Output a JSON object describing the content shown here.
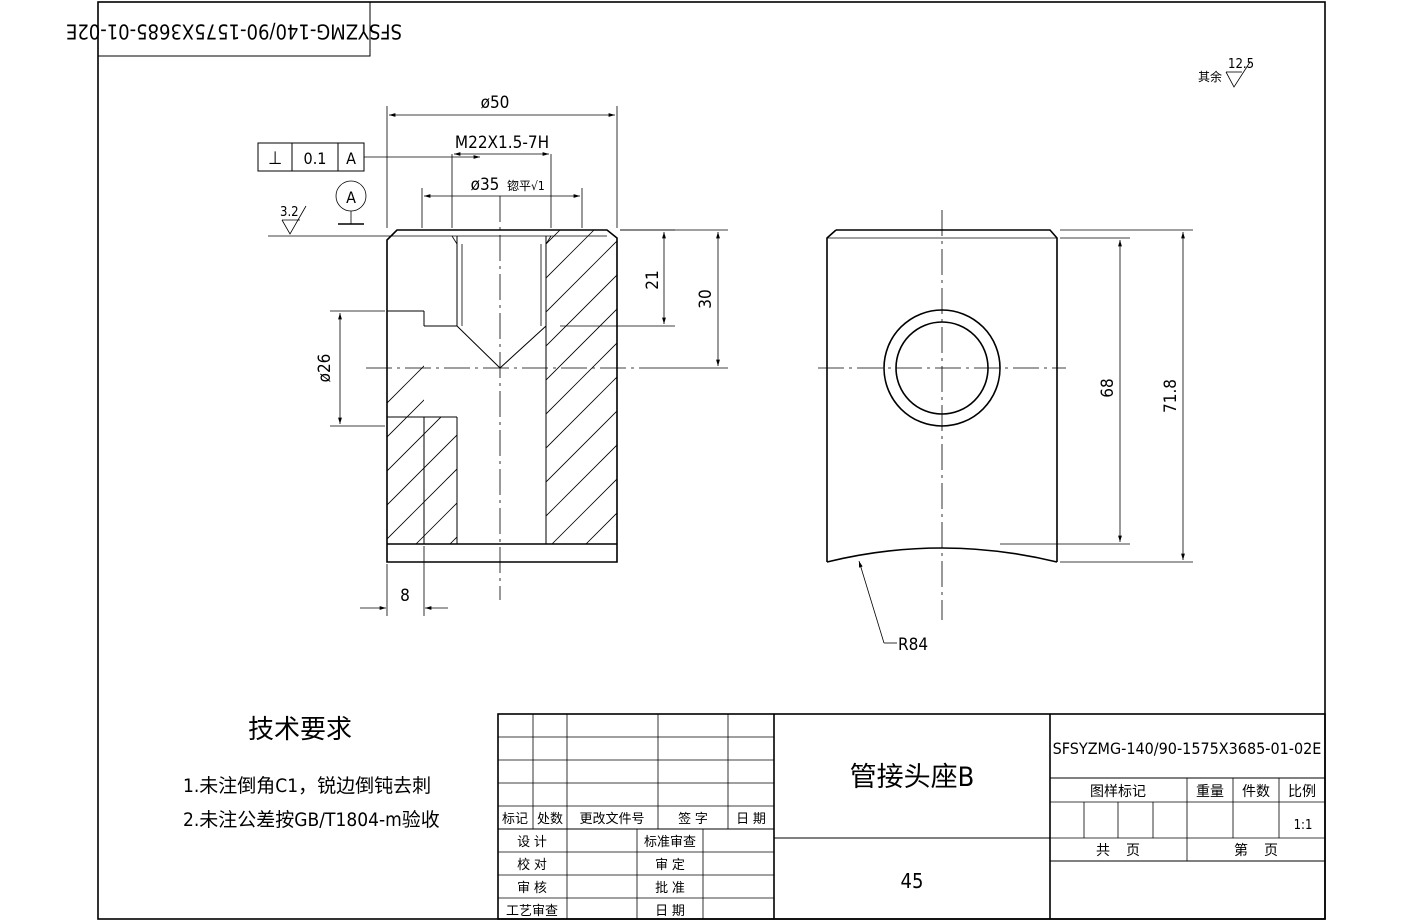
{
  "drawing": {
    "mirrored_code": "SFSYZMG-140/90-1575X3685-01-02E",
    "roughness_other": {
      "value": "12.5",
      "label": "其余"
    },
    "roughness_face": "3.2",
    "datum": "A"
  },
  "dimensions": {
    "outer_diameter": "ø50",
    "thread": "M22X1.5-7H",
    "counterbore": "ø35",
    "counterbore_note": "锪平√1",
    "bore_diameter": "ø26",
    "depth_21": "21",
    "depth_30": "30",
    "width_8": "8",
    "height_68": "68",
    "height_71_8": "71.8",
    "radius": "R84"
  },
  "tolerance_frame": {
    "symbol": "⊥",
    "value": "0.1",
    "datum": "A"
  },
  "tech_requirements": {
    "title": "技术要求",
    "items": [
      "1.未注倒角C1，锐边倒钝去刺",
      "2.未注公差按GB/T1804-m验收"
    ]
  },
  "title_block": {
    "rev_headers": [
      "标记",
      "处数",
      "更改文件号",
      "签 字",
      "日 期"
    ],
    "sign_rows": [
      {
        "left": "设 计",
        "right": "标准审查"
      },
      {
        "left": "校 对",
        "right": "审 定"
      },
      {
        "left": "审 核",
        "right": "批 准"
      },
      {
        "left": "工艺审查",
        "right": "日 期"
      }
    ],
    "part_name": "管接头座B",
    "material": "45",
    "drawing_no": "SFSYZMG-140/90-1575X3685-01-02E",
    "info_headers": {
      "mark": "图样标记",
      "weight": "重量",
      "count": "件数",
      "scale": "比例"
    },
    "scale_value": "1:1",
    "total_sheets": "共    页",
    "sheet_no": "第    页"
  }
}
